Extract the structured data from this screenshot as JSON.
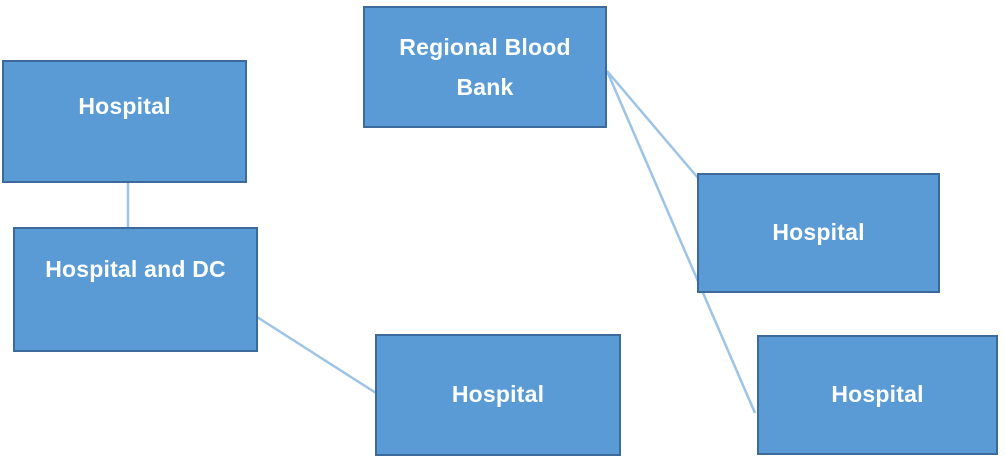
{
  "diagram": {
    "nodes": [
      {
        "id": "hospital-top-left",
        "label": "Hospital"
      },
      {
        "id": "hospital-and-dc",
        "label": "Hospital and DC"
      },
      {
        "id": "regional-blood-bank",
        "label": "Regional Blood Bank"
      },
      {
        "id": "hospital-right",
        "label": "Hospital"
      },
      {
        "id": "hospital-bottom-center",
        "label": "Hospital"
      },
      {
        "id": "hospital-bottom-right",
        "label": "Hospital"
      }
    ],
    "edges": [
      {
        "from": "hospital-top-left",
        "to": "hospital-and-dc"
      },
      {
        "from": "hospital-and-dc",
        "to": "hospital-bottom-center"
      },
      {
        "from": "regional-blood-bank",
        "to": "hospital-right"
      },
      {
        "from": "regional-blood-bank",
        "to": "hospital-bottom-right"
      }
    ],
    "colors": {
      "node_fill": "#5b9bd5",
      "node_border": "#3c6a9a",
      "connector": "#9dc3e6",
      "text": "#ffffff",
      "background": "#ffffff"
    }
  }
}
